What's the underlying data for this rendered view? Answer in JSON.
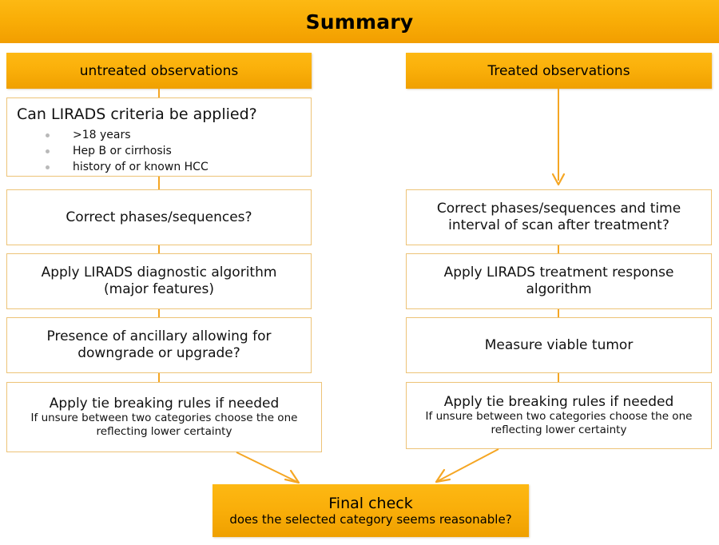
{
  "page": {
    "title": "Summary",
    "accent_color": "#F5A623",
    "header_gradient_top": "#FDB913",
    "header_gradient_bottom": "#F29E00",
    "box_border_color": "#EDC377",
    "bullet_color": "#B9B9B9",
    "text_color": "#111111"
  },
  "columns": {
    "left": {
      "header": "untreated observations",
      "steps": [
        {
          "title": "Can LIRADS criteria be applied?",
          "bullets": [
            ">18 years",
            "Hep B or cirrhosis",
            "history of or known HCC"
          ]
        },
        {
          "line1": "Correct phases/sequences?",
          "line2": ""
        },
        {
          "line1": "Apply LIRADS diagnostic algorithm",
          "line2": "(major features)"
        },
        {
          "line1": "Presence of ancillary allowing for",
          "line2": "downgrade or upgrade?"
        },
        {
          "main": "Apply tie breaking rules if needed",
          "sub1": "If unsure between two categories choose the one",
          "sub2": "reflecting lower certainty"
        }
      ]
    },
    "right": {
      "header": "Treated observations",
      "steps": [
        {
          "line1": "Correct phases/sequences and time",
          "line2": "interval of scan after treatment?"
        },
        {
          "line1": "Apply LIRADS treatment response",
          "line2": "algorithm"
        },
        {
          "line1": "Measure viable tumor",
          "line2": ""
        },
        {
          "main": "Apply tie breaking rules if needed",
          "sub1": "If unsure between two categories choose the one",
          "sub2": "reflecting lower certainty"
        }
      ]
    }
  },
  "final": {
    "main": "Final check",
    "sub": "does the selected category seems reasonable?"
  }
}
